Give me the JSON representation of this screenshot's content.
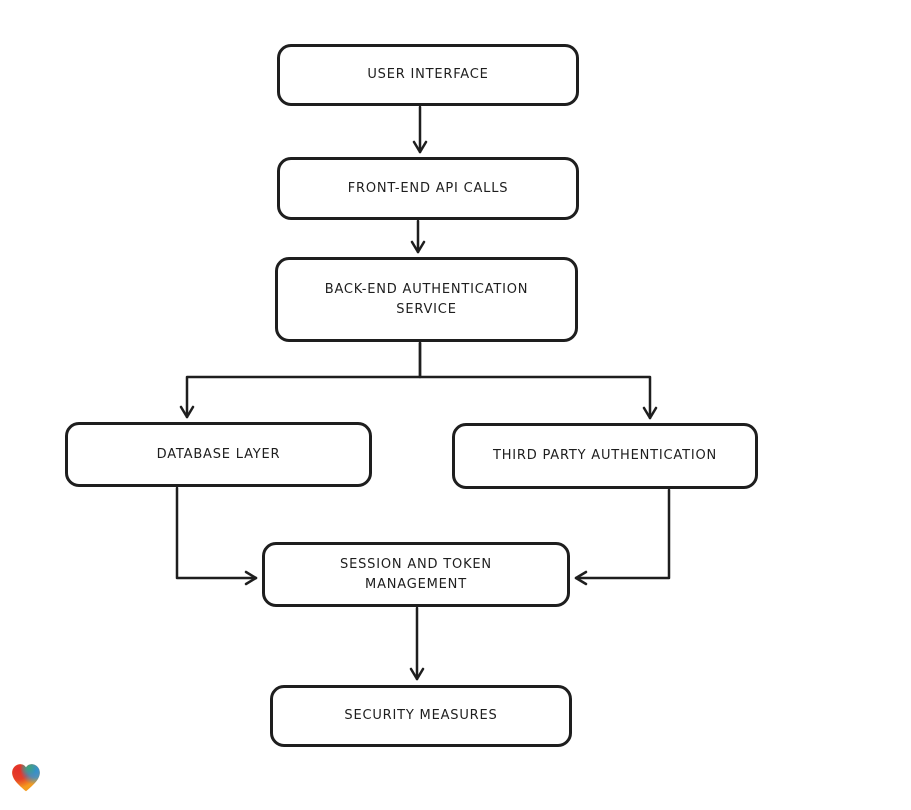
{
  "diagram": {
    "background": "#ffffff",
    "stroke_color": "#1e1e1e",
    "node_fill": "#ffffff",
    "nodes": [
      {
        "id": "user-interface",
        "label": "USER INTERFACE"
      },
      {
        "id": "front-end-api-calls",
        "label": "FRONT-END API CALLS"
      },
      {
        "id": "back-end-authentication-service",
        "label": "BACK-END AUTHENTICATION SERVICE"
      },
      {
        "id": "database-layer",
        "label": "DATABASE LAYER"
      },
      {
        "id": "third-party-authentication",
        "label": "THIRD PARTY AUTHENTICATION"
      },
      {
        "id": "session-and-token-management",
        "label": "SESSION AND TOKEN MANAGEMENT"
      },
      {
        "id": "security-measures",
        "label": "SECURITY MEASURES"
      }
    ],
    "edges": [
      {
        "from": "user-interface",
        "to": "front-end-api-calls"
      },
      {
        "from": "front-end-api-calls",
        "to": "back-end-authentication-service"
      },
      {
        "from": "back-end-authentication-service",
        "to": "database-layer"
      },
      {
        "from": "back-end-authentication-service",
        "to": "third-party-authentication"
      },
      {
        "from": "database-layer",
        "to": "session-and-token-management"
      },
      {
        "from": "third-party-authentication",
        "to": "session-and-token-management"
      },
      {
        "from": "session-and-token-management",
        "to": "security-measures"
      }
    ],
    "logo": {
      "icon": "heart-icon",
      "colors": [
        "#e3302a",
        "#3aa878",
        "#2e8fd5",
        "#f49b1f"
      ]
    }
  }
}
